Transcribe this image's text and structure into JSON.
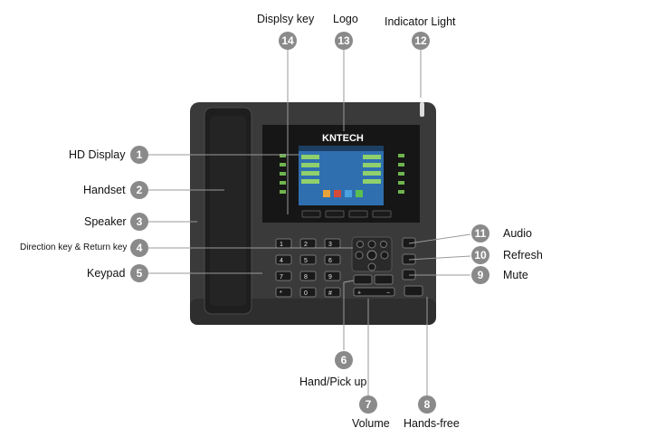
{
  "brand": {
    "logo_text": "KNTECH"
  },
  "callouts": [
    {
      "num": "1",
      "label": "HD Display"
    },
    {
      "num": "2",
      "label": "Handset"
    },
    {
      "num": "3",
      "label": "Speaker"
    },
    {
      "num": "4",
      "label": "Direction key & Return key"
    },
    {
      "num": "5",
      "label": "Keypad"
    },
    {
      "num": "6",
      "label": "Hand/Pick up"
    },
    {
      "num": "7",
      "label": "Volume"
    },
    {
      "num": "8",
      "label": "Hands-free"
    },
    {
      "num": "9",
      "label": "Mute"
    },
    {
      "num": "10",
      "label": "Refresh"
    },
    {
      "num": "11",
      "label": "Audio"
    },
    {
      "num": "12",
      "label": "Indicator Light"
    },
    {
      "num": "13",
      "label": "Logo"
    },
    {
      "num": "14",
      "label": "Displsy key"
    }
  ],
  "keypad": {
    "keys": [
      "1",
      "2",
      "3",
      "4",
      "5",
      "6",
      "7",
      "8",
      "9",
      "*",
      "0",
      "#"
    ]
  },
  "volume": {
    "minus": "−",
    "plus": "+"
  },
  "colors": {
    "phone_body": "#3a3a3a",
    "badge": "#8a8a8a",
    "leader_line": "#9a9a9a",
    "indicator": "#dcdcdc",
    "screen_bg": "#2f6fb0"
  }
}
